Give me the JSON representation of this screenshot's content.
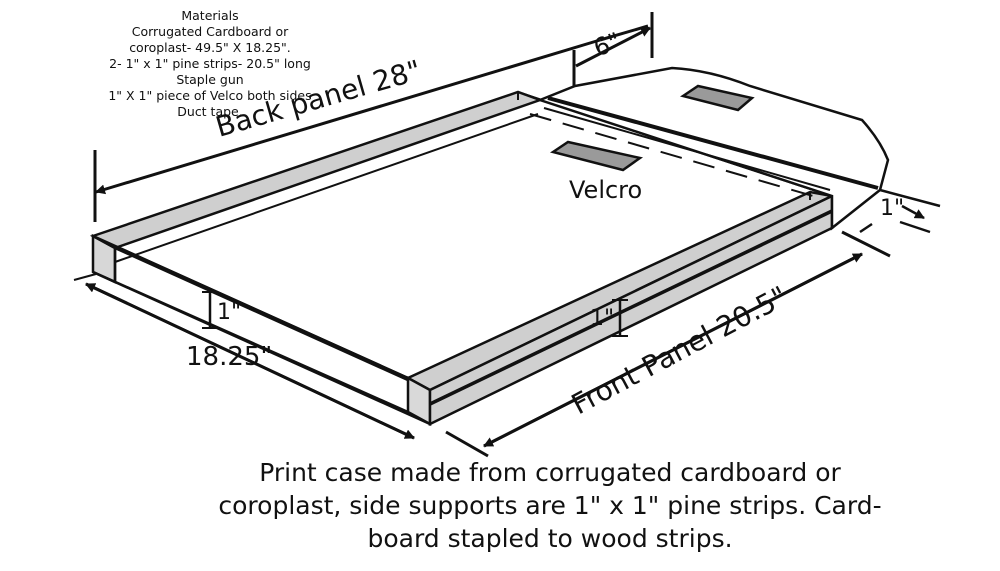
{
  "materials": {
    "title": "Materials",
    "lines": [
      "Corrugated Cardboard or",
      "coroplast- 49.5\" X 18.25\".",
      "2- 1\" x 1\" pine strips- 20.5\" long",
      "Staple gun",
      "1\" X 1\" piece of Velco both sides",
      "Duct tape."
    ]
  },
  "labels": {
    "back_panel": "Back panel 28\"",
    "flap_width": "6\"",
    "velcro": "Velcro",
    "side_height": "1\"",
    "front_height": "1\"",
    "flap_height": "1\"",
    "depth": "18.25\"",
    "front_panel": "Front Panel 20.5\""
  },
  "caption": {
    "lines": [
      "Print case made from corrugated cardboard or",
      "coroplast, side supports are 1\" x 1\" pine strips. Card-",
      "board stapled to wood strips."
    ]
  },
  "colors": {
    "ink": "#111111",
    "strip_fill": "#cfcfcf",
    "velcro_fill": "#9a9a9a",
    "panel_fill": "#ffffff"
  }
}
